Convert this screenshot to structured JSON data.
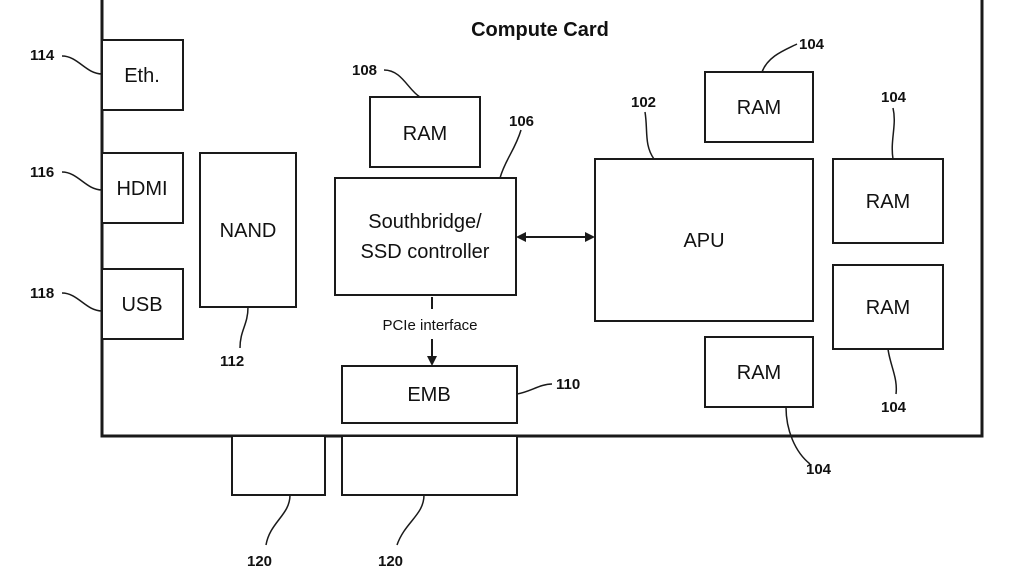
{
  "diagram": {
    "title": "Compute Card",
    "components": {
      "eth": "Eth.",
      "hdmi": "HDMI",
      "usb": "USB",
      "nand": "NAND",
      "ram_top": "RAM",
      "southbridge_line1": "Southbridge/",
      "southbridge_line2": "SSD controller",
      "apu": "APU",
      "emb": "EMB",
      "ram_apu_top": "RAM",
      "ram_right_upper": "RAM",
      "ram_right_lower": "RAM",
      "ram_apu_bottom": "RAM"
    },
    "interfaces": {
      "pcie": "PCIe interface"
    },
    "refs": {
      "eth": "114",
      "hdmi": "116",
      "usb": "118",
      "nand": "112",
      "ram_top": "108",
      "southbridge": "106",
      "apu": "102",
      "emb": "110",
      "ram_apu_top": "104",
      "ram_right_upper": "104",
      "ram_right_lower": "104",
      "ram_apu_bottom": "104",
      "edge_connector_left": "120",
      "edge_connector_right": "120"
    }
  }
}
